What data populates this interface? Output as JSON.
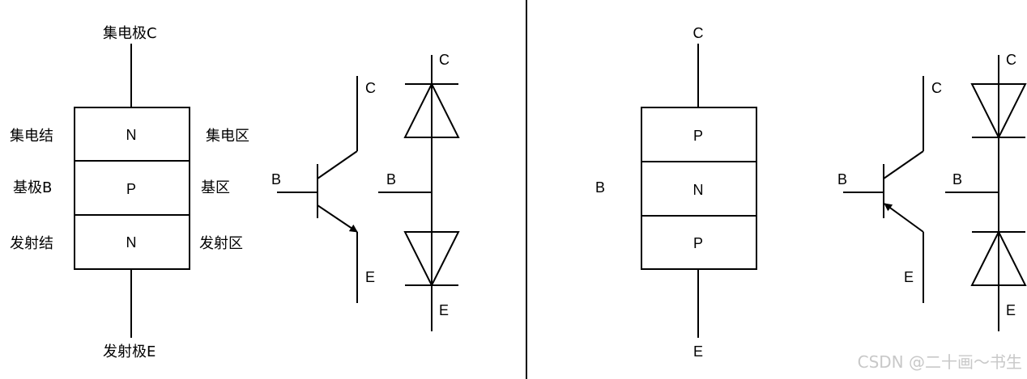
{
  "npn": {
    "structure": {
      "collector_label": "集电极C",
      "emitter_label": "发射极E",
      "layers": [
        "N",
        "P",
        "N"
      ],
      "left_labels": [
        "集电结",
        "基极B",
        "发射结"
      ],
      "right_labels": [
        "集电区",
        "基区",
        "发射区"
      ]
    },
    "symbol": {
      "base": "B",
      "collector": "C",
      "emitter": "E"
    },
    "diode_model": {
      "base": "B",
      "collector": "C",
      "emitter": "E"
    }
  },
  "pnp": {
    "structure": {
      "collector_label": "C",
      "emitter_label": "E",
      "base_label": "B",
      "layers": [
        "P",
        "N",
        "P"
      ]
    },
    "symbol": {
      "base": "B",
      "collector": "C",
      "emitter": "E"
    },
    "diode_model": {
      "base": "B",
      "collector": "C",
      "emitter": "E"
    }
  },
  "watermark": "CSDN @二十画～书生"
}
